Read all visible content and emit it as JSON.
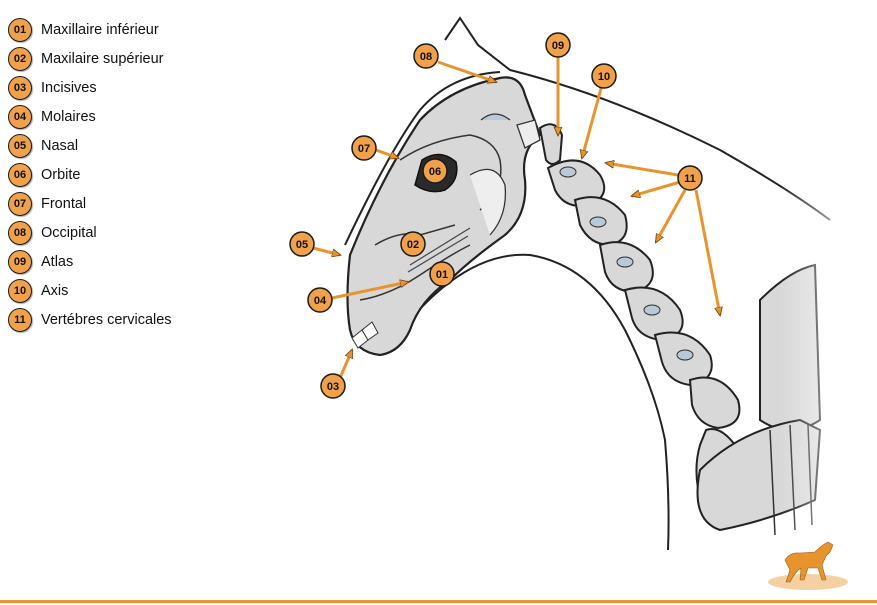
{
  "legend": [
    {
      "num": "01",
      "label": "Maxillaire inférieur"
    },
    {
      "num": "02",
      "label": "Maxilaire supérieur"
    },
    {
      "num": "03",
      "label": "Incisives"
    },
    {
      "num": "04",
      "label": "Molaires"
    },
    {
      "num": "05",
      "label": "Nasal"
    },
    {
      "num": "06",
      "label": "Orbite"
    },
    {
      "num": "07",
      "label": "Frontal"
    },
    {
      "num": "08",
      "label": "Occipital"
    },
    {
      "num": "09",
      "label": "Atlas"
    },
    {
      "num": "10",
      "label": "Axis"
    },
    {
      "num": "11",
      "label": "Vertébres cervicales"
    }
  ],
  "callouts": {
    "c01": "01",
    "c02": "02",
    "c03": "03",
    "c04": "04",
    "c05": "05",
    "c06": "06",
    "c07": "07",
    "c08": "08",
    "c09": "09",
    "c10": "10",
    "c11": "11"
  },
  "colors": {
    "accent": "#f0a14a",
    "arrow": "#e8942e",
    "bone": "#d8d8d8",
    "outline": "#222222"
  },
  "icons": {
    "logo": "horse-logo-icon"
  }
}
